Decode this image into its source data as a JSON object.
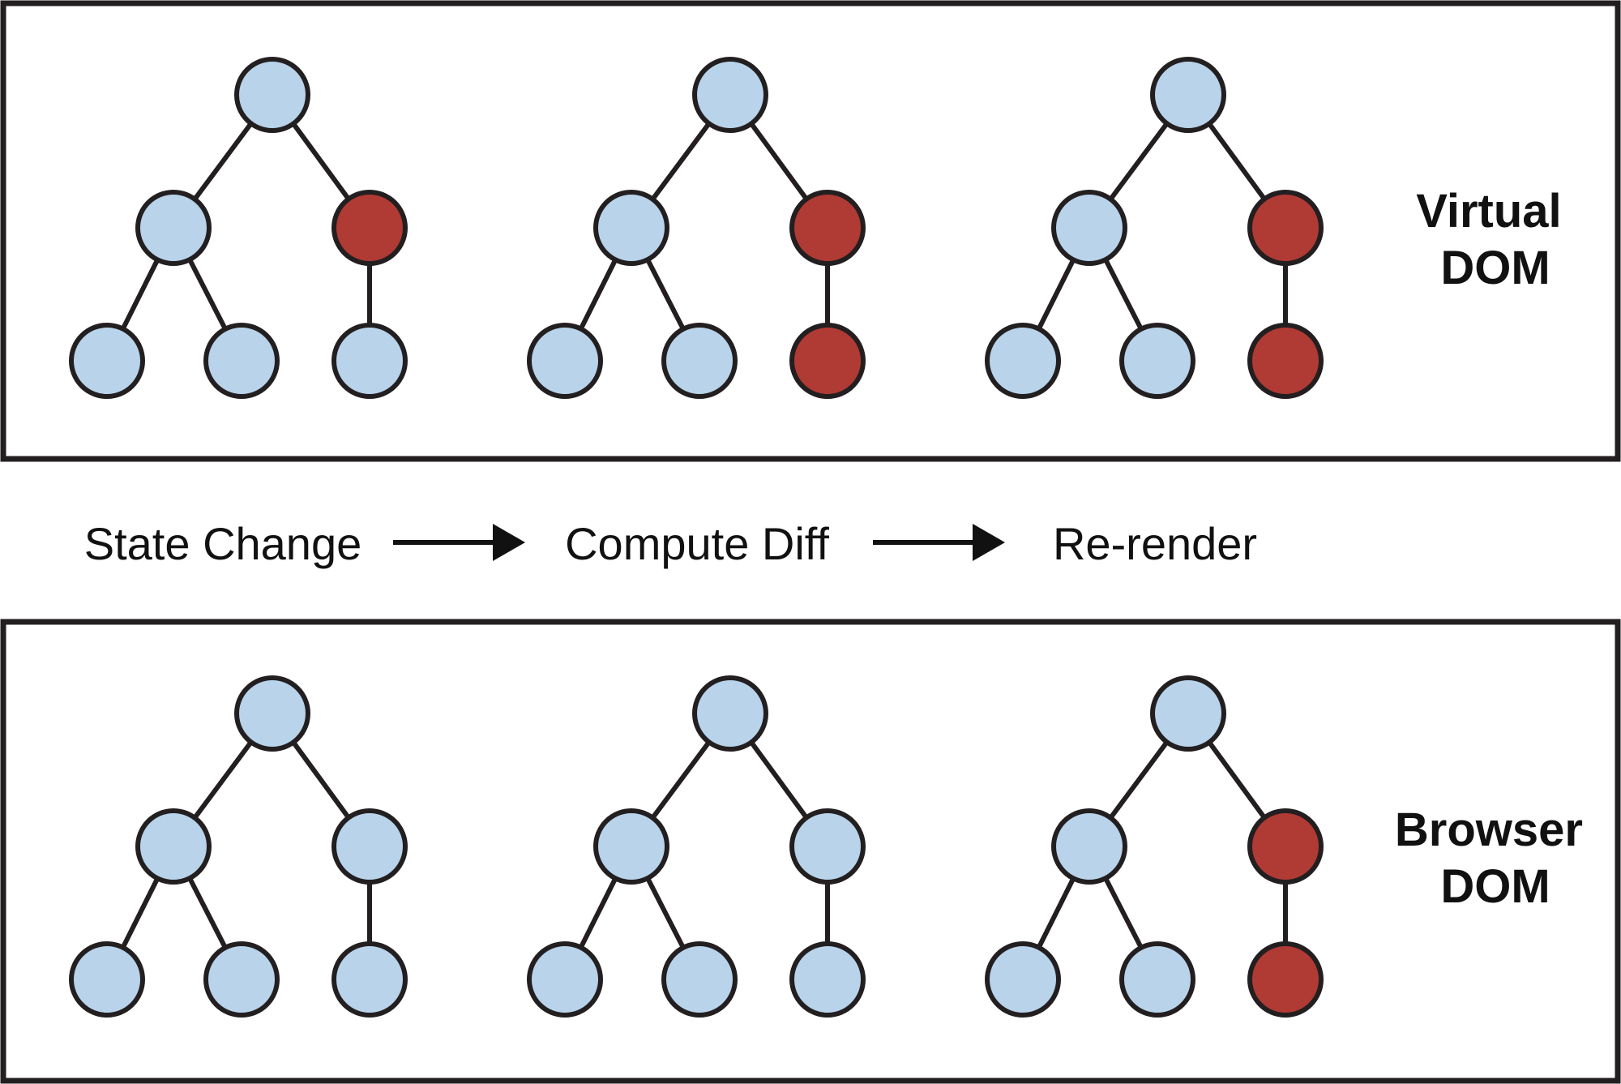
{
  "colors": {
    "unchanged": "#b8d3ea",
    "changed": "#b03a34",
    "outline": "#231f20"
  },
  "panels": [
    {
      "id": "virtual",
      "label_lines": [
        "Virtual",
        "DOM"
      ],
      "trees": [
        {
          "nodes": [
            "unchanged",
            "unchanged",
            "changed",
            "unchanged",
            "unchanged",
            "unchanged"
          ]
        },
        {
          "nodes": [
            "unchanged",
            "unchanged",
            "changed",
            "unchanged",
            "unchanged",
            "changed"
          ]
        },
        {
          "nodes": [
            "unchanged",
            "unchanged",
            "changed",
            "unchanged",
            "unchanged",
            "changed"
          ]
        }
      ]
    },
    {
      "id": "browser",
      "label_lines": [
        "Browser",
        "DOM"
      ],
      "trees": [
        {
          "nodes": [
            "unchanged",
            "unchanged",
            "unchanged",
            "unchanged",
            "unchanged",
            "unchanged"
          ]
        },
        {
          "nodes": [
            "unchanged",
            "unchanged",
            "unchanged",
            "unchanged",
            "unchanged",
            "unchanged"
          ]
        },
        {
          "nodes": [
            "unchanged",
            "unchanged",
            "changed",
            "unchanged",
            "unchanged",
            "changed"
          ]
        }
      ]
    }
  ],
  "steps": [
    "State Change",
    "Compute Diff",
    "Re-render"
  ]
}
